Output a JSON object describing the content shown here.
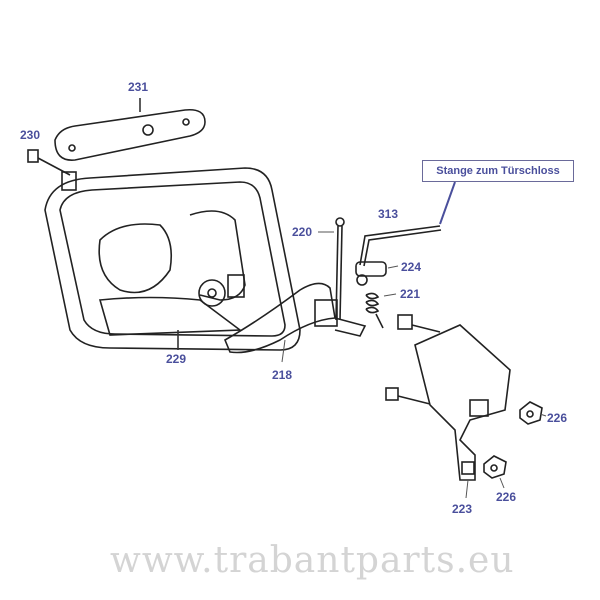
{
  "callout": {
    "text": "Stange zum Türschloss"
  },
  "watermark": "www.trabantparts.eu",
  "labels": {
    "l231": "231",
    "l230": "230",
    "l220": "220",
    "l313": "313",
    "l224": "224",
    "l221": "221",
    "l229": "229",
    "l218": "218",
    "l226a": "226",
    "l226b": "226",
    "l223": "223"
  },
  "colors": {
    "label": "#4a4f9c",
    "line": "#222222"
  }
}
